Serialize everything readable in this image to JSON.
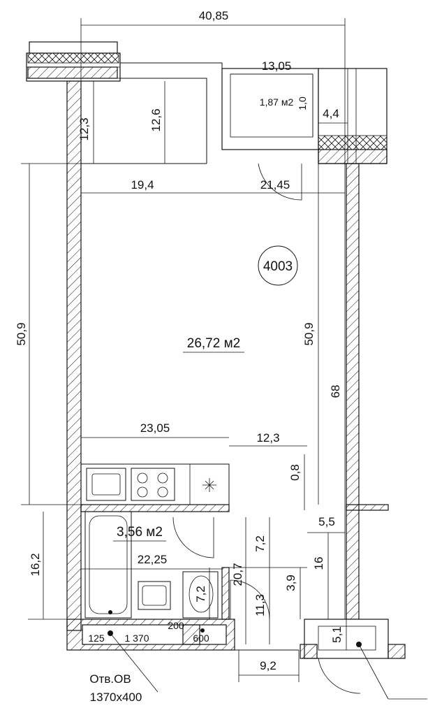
{
  "plan": {
    "unit_number": "4003",
    "main_area": "26,72 м2",
    "bath_area": "3,56 м2",
    "balcony_area": "1,87 м2",
    "ventilation_label": "Отв.ОВ",
    "ventilation_size": "1370х400"
  },
  "dimensions": {
    "total_width": "40,85",
    "balcony_width": "13,05",
    "balcony_depth": "1,0",
    "balcony_side": "4,4",
    "left_upper_a": "12,3",
    "left_upper_b": "12,6",
    "mid_left": "19,4",
    "mid_right": "21,45",
    "height_left": "50,9",
    "height_right": "50,9",
    "height_total": "68",
    "kitchen_width": "23,05",
    "kitchen_gap": "12,3",
    "small_gap": "0,8",
    "bath_height": "16,2",
    "door_a": "7,2",
    "wall_a": "20,7",
    "bath_width": "22,25",
    "right_a": "5,5",
    "right_b": "16",
    "right_c": "3,9",
    "wc_a": "7,2",
    "wc_b": "11,3",
    "shaft": "5,1",
    "bottom_right": "9,2",
    "bottom_a": "125",
    "bottom_b": "1 370",
    "bottom_c": "200",
    "bottom_d": "600"
  },
  "colors": {
    "ink": "#111111",
    "background": "#ffffff"
  }
}
